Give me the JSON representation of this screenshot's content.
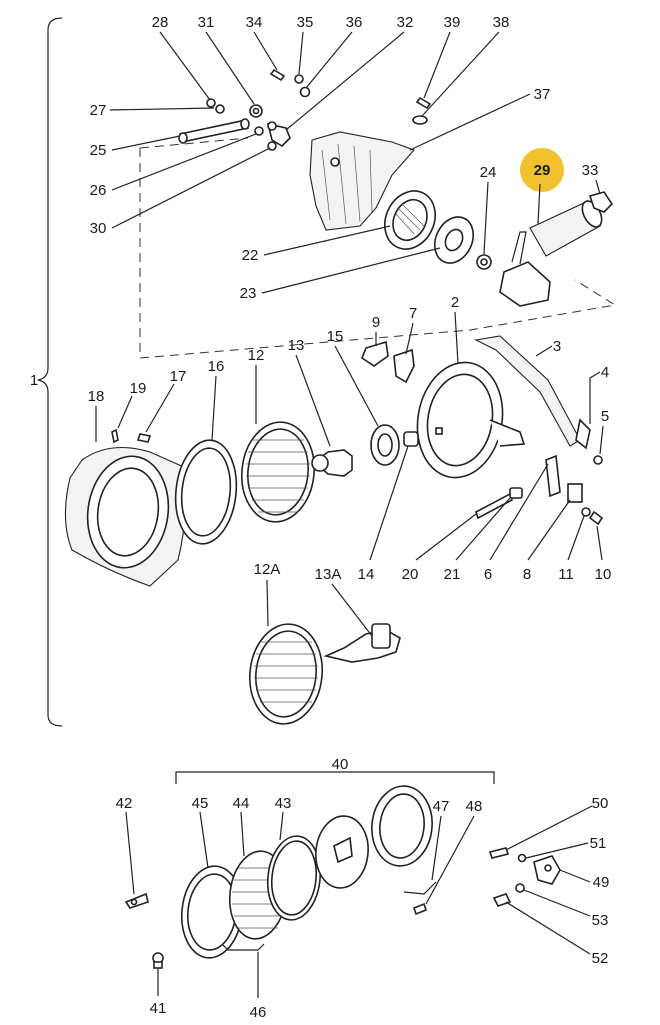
{
  "diagram": {
    "highlight_color": "#f2c12e",
    "line_color": "#222222",
    "highlighted_part": "29",
    "parts": [
      {
        "key": "p28",
        "label": "28"
      },
      {
        "key": "p31",
        "label": "31"
      },
      {
        "key": "p34",
        "label": "34"
      },
      {
        "key": "p35",
        "label": "35"
      },
      {
        "key": "p36",
        "label": "36"
      },
      {
        "key": "p32",
        "label": "32"
      },
      {
        "key": "p39",
        "label": "39"
      },
      {
        "key": "p38",
        "label": "38"
      },
      {
        "key": "p27",
        "label": "27"
      },
      {
        "key": "p37",
        "label": "37"
      },
      {
        "key": "p25",
        "label": "25"
      },
      {
        "key": "p26",
        "label": "26"
      },
      {
        "key": "p30",
        "label": "30"
      },
      {
        "key": "p24",
        "label": "24"
      },
      {
        "key": "p29",
        "label": "29"
      },
      {
        "key": "p33",
        "label": "33"
      },
      {
        "key": "p22",
        "label": "22"
      },
      {
        "key": "p23",
        "label": "23"
      },
      {
        "key": "p2",
        "label": "2"
      },
      {
        "key": "p9",
        "label": "9"
      },
      {
        "key": "p7",
        "label": "7"
      },
      {
        "key": "p15",
        "label": "15"
      },
      {
        "key": "p3",
        "label": "3"
      },
      {
        "key": "p1",
        "label": "1"
      },
      {
        "key": "p13",
        "label": "13"
      },
      {
        "key": "p12",
        "label": "12"
      },
      {
        "key": "p16",
        "label": "16"
      },
      {
        "key": "p4",
        "label": "4"
      },
      {
        "key": "p19",
        "label": "19"
      },
      {
        "key": "p17",
        "label": "17"
      },
      {
        "key": "p18",
        "label": "18"
      },
      {
        "key": "p5",
        "label": "5"
      },
      {
        "key": "p14",
        "label": "14"
      },
      {
        "key": "p20",
        "label": "20"
      },
      {
        "key": "p21",
        "label": "21"
      },
      {
        "key": "p6",
        "label": "6"
      },
      {
        "key": "p8",
        "label": "8"
      },
      {
        "key": "p11",
        "label": "11"
      },
      {
        "key": "p10",
        "label": "10"
      },
      {
        "key": "p12a",
        "label": "12A"
      },
      {
        "key": "p13a",
        "label": "13A"
      },
      {
        "key": "p40",
        "label": "40"
      },
      {
        "key": "p42",
        "label": "42"
      },
      {
        "key": "p45",
        "label": "45"
      },
      {
        "key": "p44",
        "label": "44"
      },
      {
        "key": "p43",
        "label": "43"
      },
      {
        "key": "p47",
        "label": "47"
      },
      {
        "key": "p48",
        "label": "48"
      },
      {
        "key": "p50",
        "label": "50"
      },
      {
        "key": "p51",
        "label": "51"
      },
      {
        "key": "p49",
        "label": "49"
      },
      {
        "key": "p53",
        "label": "53"
      },
      {
        "key": "p52",
        "label": "52"
      },
      {
        "key": "p41",
        "label": "41"
      },
      {
        "key": "p46",
        "label": "46"
      }
    ]
  }
}
